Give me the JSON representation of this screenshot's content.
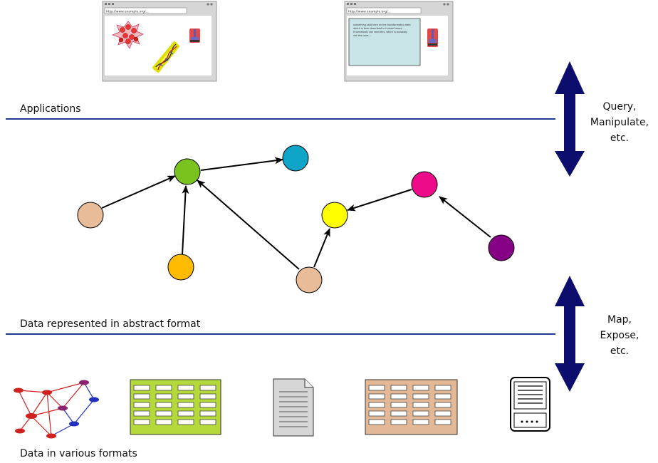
{
  "layers": {
    "applications": "Applications",
    "abstract": "Data represented in abstract format",
    "formats": "Data in various formats"
  },
  "arrows": {
    "top": [
      "Query,",
      "Manipulate,",
      "etc."
    ],
    "bottom": [
      "Map,",
      "Expose,",
      "etc."
    ]
  },
  "browsers": {
    "left": {
      "url": "http://www.example.org/..."
    },
    "right": {
      "url": "http://www.example.org/...",
      "text": [
        "something said here on the bioinformatics data",
        "which is then described in human terms.",
        "If somebody can read this, which is probably",
        "not the case...."
      ]
    }
  },
  "colors": {
    "rule": "#1f3a8f",
    "arrow": "#0d0d6e",
    "node_green": "#7ac31e",
    "node_blue": "#0ea5c8",
    "node_tan": "#e8bc98",
    "node_orange": "#ffbb00",
    "node_yellow": "#ffff00",
    "node_magenta": "#ee0b8a",
    "node_purple": "#850085",
    "table_green": "#b5d93a",
    "table_tan": "#e2b896",
    "screen_bg": "#c8e4e6"
  },
  "icons": {
    "lab": "microscope-icon",
    "dna": "dna-helix-icon",
    "molecule": "molecule-cluster-icon",
    "graph": "graph-network-icon",
    "document": "document-icon",
    "server": "server-icon"
  }
}
